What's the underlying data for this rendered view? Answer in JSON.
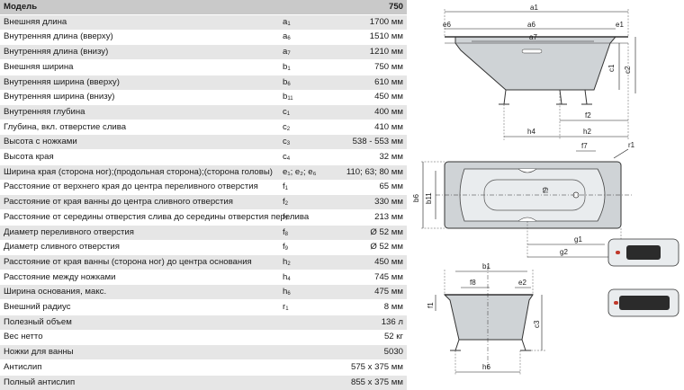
{
  "table": {
    "header": {
      "name": "Модель",
      "value": "750"
    },
    "rows": [
      {
        "name": "Внешняя длина",
        "sym": "a",
        "sub": "1",
        "value": "1700 мм"
      },
      {
        "name": "Внутренняя длина (вверху)",
        "sym": "a",
        "sub": "6",
        "value": "1510 мм"
      },
      {
        "name": "Внутренняя длина (внизу)",
        "sym": "a",
        "sub": "7",
        "value": "1210 мм"
      },
      {
        "name": "Внешняя ширина",
        "sym": "b",
        "sub": "1",
        "value": "750 мм"
      },
      {
        "name": "Внутренняя ширина (вверху)",
        "sym": "b",
        "sub": "6",
        "value": "610 мм"
      },
      {
        "name": "Внутренняя ширина (внизу)",
        "sym": "b",
        "sub": "11",
        "value": "450 мм"
      },
      {
        "name": "Внутренняя глубина",
        "sym": "c",
        "sub": "1",
        "value": "400 мм"
      },
      {
        "name": "Глубина, вкл. отверстие слива",
        "sym": "c",
        "sub": "2",
        "value": "410 мм"
      },
      {
        "name": "Высота с ножками",
        "sym": "c",
        "sub": "3",
        "value": "538 - 553 мм"
      },
      {
        "name": "Высота края",
        "sym": "c",
        "sub": "4",
        "value": "32 мм"
      },
      {
        "name": "Ширина края (сторона ног);(продольная сторона);(сторона головы)",
        "sym": "e₁; e₂; e₆",
        "sub": "",
        "value": "110; 63; 80 мм"
      },
      {
        "name": "Расстояние от верхнего края до центра переливного отверстия",
        "sym": "f",
        "sub": "1",
        "value": "65 мм"
      },
      {
        "name": "Расстояние от края ванны до центра сливного отверстия",
        "sym": "f",
        "sub": "2",
        "value": "330 мм"
      },
      {
        "name": "Расстояние от середины отверстия слива до середины отверстия перелива",
        "sym": "f",
        "sub": "7",
        "value": "213 мм"
      },
      {
        "name": "Диаметр переливного отверстия",
        "sym": "f",
        "sub": "8",
        "value": "Ø 52 мм"
      },
      {
        "name": "Диаметр сливного отверстия",
        "sym": "f",
        "sub": "9",
        "value": "Ø 52 мм"
      },
      {
        "name": "Расстояние от края ванны (сторона ног) до центра основания",
        "sym": "h",
        "sub": "2",
        "value": "450 мм"
      },
      {
        "name": "Расстояние между ножками",
        "sym": "h",
        "sub": "4",
        "value": "745 мм"
      },
      {
        "name": "Ширина основания, макс.",
        "sym": "h",
        "sub": "6",
        "value": "475 мм"
      },
      {
        "name": "Внешний радиус",
        "sym": "r",
        "sub": "1",
        "value": "8 мм"
      },
      {
        "name": "Полезный объем",
        "sym": "",
        "sub": "",
        "value": "136 л"
      },
      {
        "name": "Вес нетто",
        "sym": "",
        "sub": "",
        "value": "52 кг"
      },
      {
        "name": "Ножки для ванны",
        "sym": "",
        "sub": "",
        "value": "5030"
      },
      {
        "name": "Антислип",
        "sym": "",
        "sub": "",
        "value": "575 x 375 мм"
      },
      {
        "name": "Полный антислип",
        "sym": "",
        "sub": "",
        "value": "855 x 375 мм"
      }
    ]
  },
  "drawing_labels": {
    "a1": "a1",
    "e6": "e6",
    "a6": "a6",
    "e1": "e1",
    "a7": "a7",
    "c1": "c1",
    "c2": "c2",
    "f2": "f2",
    "h4": "h4",
    "h2": "h2",
    "f7": "f7",
    "r1": "r1",
    "b6": "b6",
    "b11": "b11",
    "f9": "f9",
    "g1": "g1",
    "g2": "g2",
    "b1": "b1",
    "f8": "f8",
    "e2": "e2",
    "f1": "f1",
    "c3": "c3",
    "h6": "h6"
  },
  "colors": {
    "header_bg": "#c9c9c9",
    "row_shade": "#e6e6e6",
    "tub_fill": "#cfd3d6",
    "mat": "#2b2b2b",
    "thumb_accent": "#c0392b"
  }
}
